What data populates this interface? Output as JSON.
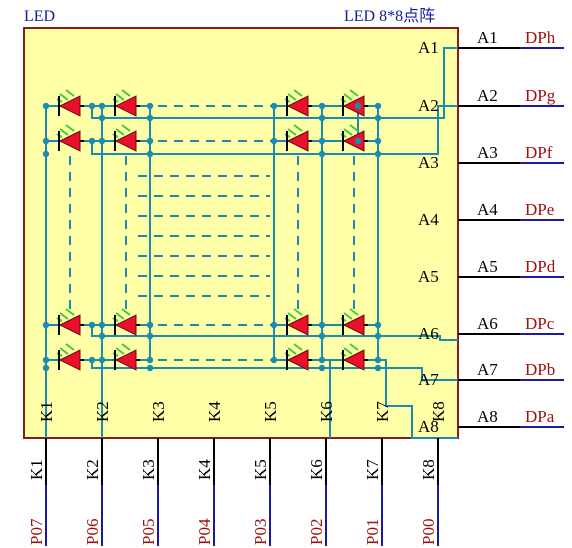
{
  "labels": {
    "component_name": "LED",
    "component_title": "LED 8*8点阵"
  },
  "right_pins": [
    {
      "inner": "A1",
      "outer": "A1",
      "net": "DPh"
    },
    {
      "inner": "A2",
      "outer": "A2",
      "net": "DPg"
    },
    {
      "inner": "A3",
      "outer": "A3",
      "net": "DPf"
    },
    {
      "inner": "A4",
      "outer": "A4",
      "net": "DPe"
    },
    {
      "inner": "A5",
      "outer": "A5",
      "net": "DPd"
    },
    {
      "inner": "A6",
      "outer": "A6",
      "net": "DPc"
    },
    {
      "inner": "A7",
      "outer": "A7",
      "net": "DPb"
    },
    {
      "inner": "A8",
      "outer": "A8",
      "net": "DPa"
    }
  ],
  "bottom_pins": [
    {
      "inner": "K1",
      "outer": "K1",
      "net": "P07"
    },
    {
      "inner": "K2",
      "outer": "K2",
      "net": "P06"
    },
    {
      "inner": "K3",
      "outer": "K3",
      "net": "P05"
    },
    {
      "inner": "K4",
      "outer": "K4",
      "net": "P04"
    },
    {
      "inner": "K5",
      "outer": "K5",
      "net": "P03"
    },
    {
      "inner": "K6",
      "outer": "K6",
      "net": "P02"
    },
    {
      "inner": "K7",
      "outer": "K7",
      "net": "P01"
    },
    {
      "inner": "K8",
      "outer": "K8",
      "net": "P00"
    }
  ],
  "colors": {
    "body_fill": "#ffffa8",
    "body_stroke": "#8b1a1a",
    "wire": "#1a8cb0",
    "pin_line": "#000000",
    "net_line": "#1a1aa0",
    "led_fill": "#e8102a",
    "led_rays": "#3ccc3c",
    "label_blue": "#1a1aa0",
    "label_red": "#a01010"
  },
  "icons": [
    "led-diode-icon"
  ]
}
